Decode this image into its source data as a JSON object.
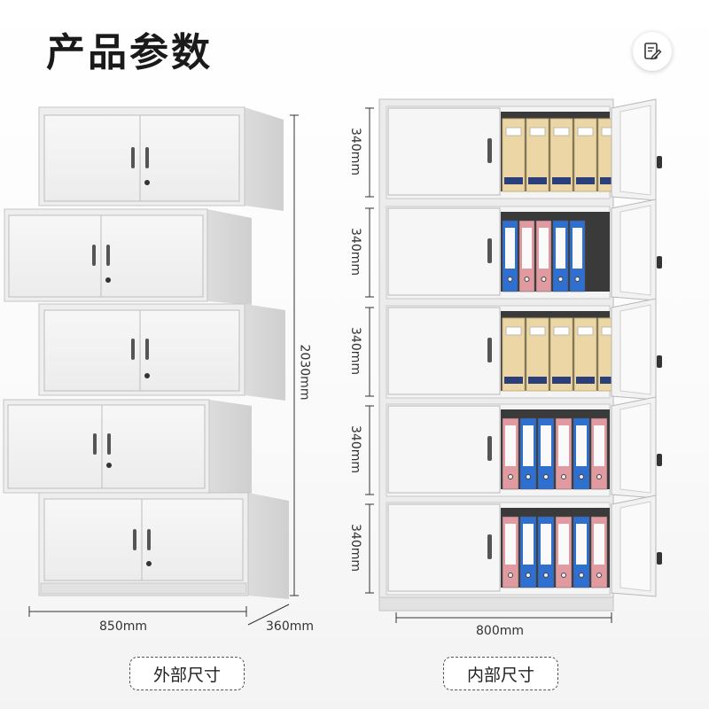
{
  "title": "产品参数",
  "icons": {
    "edit": "edit-note-icon"
  },
  "outer": {
    "width_label": "850mm",
    "depth_label": "360mm",
    "height_label": "2030mm",
    "caption": "外部尺寸"
  },
  "inner": {
    "section_heights": [
      "340mm",
      "340mm",
      "340mm",
      "340mm",
      "340mm"
    ],
    "width_label": "800mm",
    "caption": "内部尺寸"
  },
  "colors": {
    "cabinet": "#f2f2f2",
    "binder_blue": "#2f6fd0",
    "binder_pink": "#e09aa0",
    "box_kraft": "#ecd6a6"
  }
}
